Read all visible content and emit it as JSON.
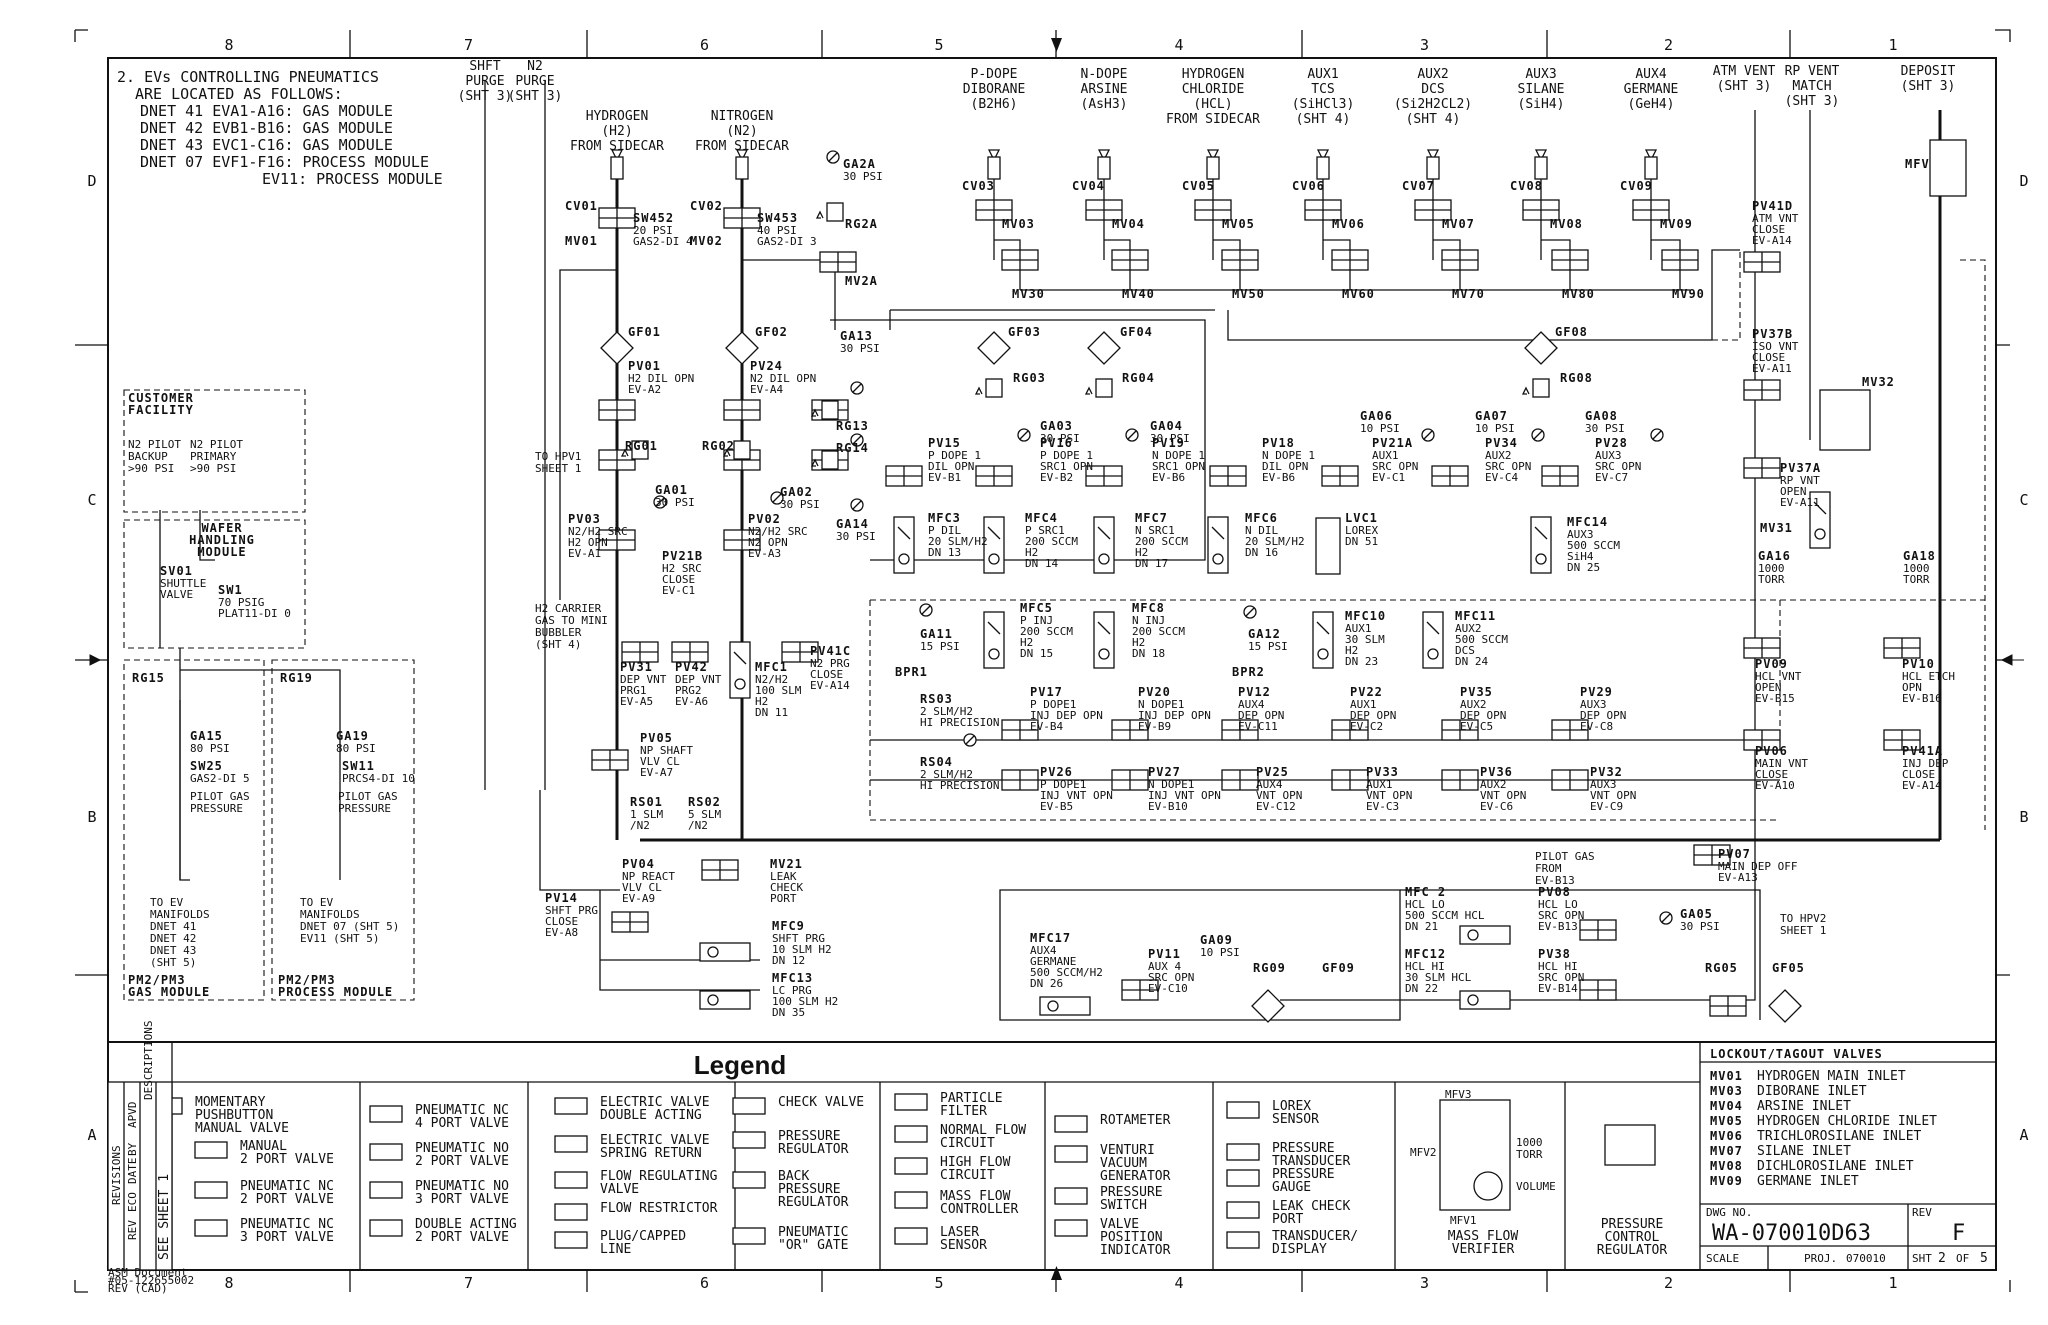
{
  "zone_columns": [
    "8",
    "7",
    "6",
    "5",
    "4",
    "3",
    "2",
    "1"
  ],
  "zone_rows": [
    "D",
    "C",
    "B",
    "A"
  ],
  "note": {
    "lines": [
      "2. EVs CONTROLLING PNEUMATICS",
      "ARE LOCATED AS FOLLOWS:",
      "DNET 41  EVA1-A16: GAS MODULE",
      "DNET 42  EVB1-B16: GAS MODULE",
      "DNET 43  EVC1-C16: GAS MODULE",
      "DNET 07  EVF1-F16: PROCESS MODULE",
      "EV11: PROCESS MODULE"
    ]
  },
  "top_inlets": [
    {
      "lines": [
        "SHFT",
        "PURGE",
        "(SHT 3)"
      ]
    },
    {
      "lines": [
        "N2",
        "PURGE",
        "(SHT 3)"
      ]
    },
    {
      "lines": [
        "HYDROGEN",
        "(H2)",
        "FROM SIDECAR"
      ]
    },
    {
      "lines": [
        "NITROGEN",
        "(N2)",
        "FROM SIDECAR"
      ]
    },
    {
      "lines": [
        "P-DOPE",
        "DIBORANE",
        "(B2H6)"
      ]
    },
    {
      "lines": [
        "N-DOPE",
        "ARSINE",
        "(AsH3)"
      ]
    },
    {
      "lines": [
        "HYDROGEN",
        "CHLORIDE",
        "(HCL)",
        "FROM SIDECAR"
      ]
    },
    {
      "lines": [
        "AUX1",
        "TCS",
        "(SiHCl3)",
        "(SHT 4)"
      ]
    },
    {
      "lines": [
        "AUX2",
        "DCS",
        "(Si2H2CL2)",
        "(SHT 4)"
      ]
    },
    {
      "lines": [
        "AUX3",
        "SILANE",
        "(SiH4)"
      ]
    },
    {
      "lines": [
        "AUX4",
        "GERMANE",
        "(GeH4)"
      ]
    },
    {
      "lines": [
        "ATM VENT",
        "(SHT 3)"
      ]
    },
    {
      "lines": [
        "RP VENT",
        "MATCH",
        "(SHT 3)"
      ]
    },
    {
      "lines": [
        "DEPOSIT",
        "(SHT 3)"
      ]
    }
  ],
  "tags": {
    "CV01": "CV01",
    "CV02": "CV02",
    "CV03": "CV03",
    "CV04": "CV04",
    "CV05": "CV05",
    "CV06": "CV06",
    "CV07": "CV07",
    "CV08": "CV08",
    "CV09": "CV09",
    "MV01": "MV01",
    "MV02": "MV02",
    "MV03": "MV03",
    "MV04": "MV04",
    "MV05": "MV05",
    "MV06": "MV06",
    "MV07": "MV07",
    "MV08": "MV08",
    "MV09": "MV09",
    "MV2A": "MV2A",
    "MV30": "MV30",
    "MV40": "MV40",
    "MV50": "MV50",
    "MV60": "MV60",
    "MV70": "MV70",
    "MV80": "MV80",
    "MV90": "MV90",
    "SW452": "SW452",
    "SW453": "SW453",
    "RG2A": "RG2A",
    "GA2A": "GA2A",
    "MFV": "MFV",
    "GF01": "GF01",
    "GF02": "GF02",
    "GF03": "GF03",
    "GF04": "GF04",
    "GF08": "GF08",
    "GF09": "GF09",
    "GF05": "GF05",
    "PV41D": "PV41D",
    "PV37B": "PV37B",
    "PV37A": "PV37A",
    "MV32": "MV32",
    "MV31": "MV31",
    "GA13": "GA13",
    "RG13": "RG13",
    "RG14": "RG14",
    "GA14": "GA14",
    "GA02": "GA02",
    "GA01": "GA01",
    "RG01": "RG01",
    "RG02": "RG02",
    "RG03": "RG03",
    "RG04": "RG04",
    "RG08": "RG08",
    "GA03": "GA03",
    "GA04": "GA04",
    "GA06": "GA06",
    "GA07": "GA07",
    "GA08": "GA08",
    "PV01": "PV01",
    "PV24": "PV24",
    "PV03": "PV03",
    "PV02": "PV02",
    "PV21B": "PV21B",
    "PV15": "PV15",
    "PV16": "PV16",
    "PV19": "PV19",
    "PV18": "PV18",
    "PV21A": "PV21A",
    "PV34": "PV34",
    "PV28": "PV28",
    "MFC3": "MFC3",
    "MFC4": "MFC4",
    "MFC7": "MFC7",
    "MFC6": "MFC6",
    "LVC1": "LVC1",
    "MFC14": "MFC14",
    "GA16": "GA16",
    "GA18": "GA18",
    "MFC5": "MFC5",
    "MFC8": "MFC8",
    "GA11": "GA11",
    "GA12": "GA12",
    "BPR1": "BPR1",
    "BPR2": "BPR2",
    "MFC10": "MFC10",
    "MFC11": "MFC11",
    "PV09": "PV09",
    "PV10": "PV10",
    "PV31": "PV31",
    "PV42": "PV42",
    "MFC1": "MFC1",
    "PV41C": "PV41C",
    "RS03": "RS03",
    "RS04": "RS04",
    "PV17": "PV17",
    "PV20": "PV20",
    "PV12": "PV12",
    "PV22": "PV22",
    "PV35": "PV35",
    "PV29": "PV29",
    "PV26": "PV26",
    "PV27": "PV27",
    "PV25": "PV25",
    "PV33": "PV33",
    "PV36": "PV36",
    "PV32": "PV32",
    "PV06": "PV06",
    "PV41A": "PV41A",
    "PV05": "PV05",
    "RS01": "RS01",
    "RS02": "RS02",
    "PV04": "PV04",
    "MV21": "MV21",
    "PV07": "PV07",
    "PV14": "PV14",
    "MFC9": "MFC9",
    "MFC13": "MFC13",
    "MFC17": "MFC17",
    "PV11": "PV11",
    "GA09": "GA09",
    "RG09": "RG09",
    "MFC2": "MFC 2",
    "MFC12": "MFC12",
    "PV08": "PV08",
    "PV38": "PV38",
    "GA05": "GA05",
    "RG05": "RG05",
    "RG15": "RG15",
    "RG19": "RG19",
    "GA15": "GA15",
    "GA19": "GA19",
    "SW25": "SW25",
    "SW11": "SW11",
    "SV01": "SV01",
    "SW1": "SW1"
  },
  "desc": {
    "sw452": [
      "20 PSI",
      "GAS2-DI 4"
    ],
    "sw453": [
      "40 PSI",
      "GAS2-DI 3"
    ],
    "ga2a": [
      "30 PSI"
    ],
    "pv41d": [
      "ATM VNT",
      "CLOSE",
      "EV-A14"
    ],
    "pv01": [
      "H2 DIL OPN",
      "EV-A2"
    ],
    "pv24": [
      "N2 DIL OPN",
      "EV-A4"
    ],
    "ga13": [
      "30 PSI"
    ],
    "pv37b": [
      "ISO VNT",
      "CLOSE",
      "EV-A11"
    ],
    "to_hpv1": [
      "TO HPV1",
      "SHEET 1"
    ],
    "ga01": [
      "30 PSI"
    ],
    "ga02": [
      "30 PSI"
    ],
    "ga14": [
      "30 PSI"
    ],
    "pv03": [
      "N2/H2 SRC",
      "H2 OPN",
      "EV-A1"
    ],
    "pv21b": [
      "H2 SRC",
      "CLOSE",
      "EV-C1"
    ],
    "pv02": [
      "N2/H2 SRC",
      "N2 OPN",
      "EV-A3"
    ],
    "pv15": [
      "P DOPE 1",
      "DIL OPN",
      "EV-B1"
    ],
    "ga03": [
      "30 PSI"
    ],
    "pv16": [
      "P DOPE 1",
      "SRC1 OPN",
      "EV-B2"
    ],
    "ga04": [
      "30 PSI"
    ],
    "pv19": [
      "N DOPE 1",
      "SRC1 OPN",
      "EV-B6"
    ],
    "pv18": [
      "N DOPE 1",
      "DIL OPN",
      "EV-B6"
    ],
    "ga06": [
      "10 PSI"
    ],
    "pv21a": [
      "AUX1",
      "SRC OPN",
      "EV-C1"
    ],
    "ga07": [
      "10 PSI"
    ],
    "pv34": [
      "AUX2",
      "SRC OPN",
      "EV-C4"
    ],
    "ga08": [
      "30 PSI"
    ],
    "pv28": [
      "AUX3",
      "SRC OPN",
      "EV-C7"
    ],
    "pv37a": [
      "RP VNT",
      "OPEN",
      "EV-A11"
    ],
    "mfc3": [
      "P DIL",
      "20 SLM/H2",
      "DN 13"
    ],
    "mfc4": [
      "P SRC1",
      "200 SCCM",
      "H2",
      "DN 14"
    ],
    "mfc7": [
      "N SRC1",
      "200 SCCM",
      "H2",
      "DN 17"
    ],
    "mfc6": [
      "N DIL",
      "20 SLM/H2",
      "DN 16"
    ],
    "lvc1": [
      "LOREX",
      "DN 51"
    ],
    "mfc14": [
      "AUX3",
      "500 SCCM",
      "SiH4",
      "DN 25"
    ],
    "ga16": [
      "1000",
      "TORR"
    ],
    "ga18": [
      "1000",
      "TORR"
    ],
    "h2carrier": [
      "H2 CARRIER",
      "GAS TO MINI",
      "BUBBLER",
      "(SHT 4)"
    ],
    "mfc5": [
      "P INJ",
      "200 SCCM",
      "H2",
      "DN 15"
    ],
    "mfc8": [
      "N INJ",
      "200 SCCM",
      "H2",
      "DN 18"
    ],
    "ga11": [
      "15 PSI"
    ],
    "ga12": [
      "15 PSI"
    ],
    "mfc10": [
      "AUX1",
      "30 SLM",
      "H2",
      "DN 23"
    ],
    "mfc11": [
      "AUX2",
      "500 SCCM",
      "DCS",
      "DN 24"
    ],
    "pv09": [
      "HCL VNT",
      "OPEN",
      "EV-B15"
    ],
    "pv10": [
      "HCL ETCH",
      "OPN",
      "EV-B16"
    ],
    "pv31": [
      "DEP VNT",
      "PRG1",
      "EV-A5"
    ],
    "pv42": [
      "DEP VNT",
      "PRG2",
      "EV-A6"
    ],
    "mfc1": [
      "N2/H2",
      "100 SLM",
      "H2",
      "DN 11"
    ],
    "pv41c": [
      "N2 PRG",
      "CLOSE",
      "EV-A14"
    ],
    "rs03": [
      "2 SLM/H2",
      "HI PRECISION"
    ],
    "pv17": [
      "P DOPE1",
      "INJ DEP OPN",
      "EV-B4"
    ],
    "pv20": [
      "N DOPE1",
      "INJ DEP OPN",
      "EV-B9"
    ],
    "pv12": [
      "AUX4",
      "DEP OPN",
      "EV-C11"
    ],
    "pv22": [
      "AUX1",
      "DEP OPN",
      "EV-C2"
    ],
    "pv35": [
      "AUX2",
      "DEP OPN",
      "EV-C5"
    ],
    "pv29": [
      "AUX3",
      "DEP OPN",
      "EV-C8"
    ],
    "pv05": [
      "NP SHAFT",
      "VLV CL",
      "EV-A7"
    ],
    "rs04": [
      "2 SLM/H2",
      "HI PRECISION"
    ],
    "pv26": [
      "P DOPE1",
      "INJ VNT OPN",
      "EV-B5"
    ],
    "pv27": [
      "N DOPE1",
      "INJ VNT OPN",
      "EV-B10"
    ],
    "pv25": [
      "AUX4",
      "VNT OPN",
      "EV-C12"
    ],
    "pv33": [
      "AUX1",
      "VNT OPN",
      "EV-C3"
    ],
    "pv36": [
      "AUX2",
      "VNT OPN",
      "EV-C6"
    ],
    "pv32": [
      "AUX3",
      "VNT OPN",
      "EV-C9"
    ],
    "pv06": [
      "MAIN VNT",
      "CLOSE",
      "EV-A10"
    ],
    "pv41a": [
      "INJ DEP",
      "CLOSE",
      "EV-A14"
    ],
    "rs01": [
      "1 SLM",
      "/N2"
    ],
    "rs02": [
      "5 SLM",
      "/N2"
    ],
    "pv04": [
      "NP REACT",
      "VLV CL",
      "EV-A9"
    ],
    "mv21": [
      "LEAK",
      "CHECK",
      "PORT"
    ],
    "pv07": [
      "MAIN DEP OFF",
      "EV-A13"
    ],
    "pilotgas": [
      "PILOT GAS",
      "FROM",
      "EV-B13"
    ],
    "pv14": [
      "SHFT PRG",
      "CLOSE",
      "EV-A8"
    ],
    "mfc9": [
      "SHFT PRG",
      "10 SLM H2",
      "DN 12"
    ],
    "mfc13": [
      "LC PRG",
      "100 SLM H2",
      "DN 35"
    ],
    "mfc17": [
      "AUX4",
      "GERMANE",
      "500 SCCM/H2",
      "DN 26"
    ],
    "pv11": [
      "AUX 4",
      "SRC OPN",
      "EV-C10"
    ],
    "ga09": [
      "10 PSI"
    ],
    "mfc2": [
      "HCL LO",
      "500 SCCM  HCL",
      "DN 21"
    ],
    "mfc12": [
      "HCL HI",
      "30 SLM HCL",
      "DN 22"
    ],
    "pv08": [
      "HCL LO",
      "SRC OPN",
      "EV-B13"
    ],
    "pv38": [
      "HCL HI",
      "SRC OPN",
      "EV-B14"
    ],
    "ga05": [
      "30 PSI"
    ],
    "to_hpv2": [
      "TO HPV2",
      "SHEET 1"
    ],
    "ga15": [
      "80 PSI"
    ],
    "ga19": [
      "80 PSI"
    ],
    "sw25": [
      "GAS2-DI 5"
    ],
    "sw11": [
      "PRCS4-DI 10"
    ],
    "pilotgas_pressure": [
      "PILOT GAS",
      "PRESSURE"
    ],
    "sv01": [
      "SHUTTLE",
      "VALVE"
    ],
    "sw1": [
      "70 PSIG",
      "PLAT11-DI 0"
    ],
    "to_ev_gas": [
      "TO EV",
      "MANIFOLDS",
      "DNET 41",
      "DNET 42",
      "DNET 43",
      "(SHT 5)"
    ],
    "to_ev_proc": [
      "TO EV",
      "MANIFOLDS",
      "DNET 07 (SHT 5)",
      "EV11 (SHT 5)"
    ],
    "customer_pilots": [
      "N2 PILOT",
      "BACKUP",
      ">90 PSI",
      "N2 PILOT",
      "PRIMARY",
      ">90 PSI"
    ]
  },
  "boxes": {
    "customer": "CUSTOMER FACILITY",
    "wafer": [
      "WAFER",
      "HANDLING",
      "MODULE"
    ],
    "gas_module": [
      "PM2/PM3",
      "GAS MODULE"
    ],
    "process_module": [
      "PM2/PM3",
      "PROCESS MODULE"
    ]
  },
  "legend": {
    "title": "Legend",
    "items": [
      [
        "MOMENTARY",
        "PUSHBUTTON",
        "MANUAL VALVE"
      ],
      [
        "MANUAL",
        "2 PORT VALVE"
      ],
      [
        "PNEUMATIC NC",
        "2 PORT VALVE"
      ],
      [
        "PNEUMATIC NC",
        "3 PORT VALVE"
      ],
      [
        "PNEUMATIC NC",
        "4 PORT VALVE"
      ],
      [
        "PNEUMATIC NO",
        "2 PORT VALVE"
      ],
      [
        "PNEUMATIC NO",
        "3 PORT VALVE"
      ],
      [
        "DOUBLE ACTING",
        "2 PORT VALVE"
      ],
      [
        "ELECTRIC VALVE",
        "DOUBLE ACTING"
      ],
      [
        "ELECTRIC VALVE",
        "SPRING RETURN"
      ],
      [
        "FLOW REGULATING",
        "VALVE"
      ],
      [
        "FLOW RESTRICTOR"
      ],
      [
        "PLUG/CAPPED",
        "LINE"
      ],
      [
        "CHECK VALVE"
      ],
      [
        "PRESSURE",
        "REGULATOR"
      ],
      [
        "BACK",
        "PRESSURE",
        "REGULATOR"
      ],
      [
        "PNEUMATIC",
        "\"OR\" GATE"
      ],
      [
        "PARTICLE",
        "FILTER"
      ],
      [
        "NORMAL FLOW",
        "CIRCUIT"
      ],
      [
        "HIGH FLOW",
        "CIRCUIT"
      ],
      [
        "MASS FLOW",
        "CONTROLLER"
      ],
      [
        "LASER",
        "SENSOR"
      ],
      [
        "ROTAMETER"
      ],
      [
        "VENTURI",
        "VACUUM",
        "GENERATOR"
      ],
      [
        "PRESSURE",
        "SWITCH"
      ],
      [
        "VALVE",
        "POSITION",
        "INDICATOR"
      ],
      [
        "LOREX",
        "SENSOR"
      ],
      [
        "PRESSURE",
        "TRANSDUCER"
      ],
      [
        "PRESSURE",
        "GAUGE"
      ],
      [
        "LEAK CHECK",
        "PORT"
      ],
      [
        "TRANSDUCER/",
        "DISPLAY"
      ]
    ],
    "mfv": {
      "label": [
        "MASS FLOW",
        "VERIFIER"
      ],
      "mfv3": "MFV3",
      "mfv2": "MFV2",
      "mfv1": "MFV1",
      "torr": [
        "1000",
        "TORR"
      ],
      "volume": "VOLUME"
    },
    "pcr": [
      "PRESSURE",
      "CONTROL",
      "REGULATOR"
    ]
  },
  "revisions": {
    "block": "REVISIONS",
    "see": "SEE SHEET 1",
    "cols": [
      "REV",
      "ECO",
      "DATE",
      "BY",
      "APVD",
      "DESCRIPTIONS"
    ]
  },
  "lockout": {
    "title": "LOCKOUT/TAGOUT VALVES",
    "rows": [
      {
        "tag": "MV01",
        "desc": "HYDROGEN MAIN INLET"
      },
      {
        "tag": "MV03",
        "desc": "DIBORANE INLET"
      },
      {
        "tag": "MV04",
        "desc": "ARSINE INLET"
      },
      {
        "tag": "MV05",
        "desc": "HYDROGEN CHLORIDE INLET"
      },
      {
        "tag": "MV06",
        "desc": "TRICHLOROSILANE INLET"
      },
      {
        "tag": "MV07",
        "desc": "SILANE INLET"
      },
      {
        "tag": "MV08",
        "desc": "DICHLOROSILANE INLET"
      },
      {
        "tag": "MV09",
        "desc": "GERMANE INLET"
      }
    ]
  },
  "title_block": {
    "dwg_label": "DWG NO.",
    "dwg_no": "WA-070010D63",
    "rev_label": "REV",
    "rev": "F",
    "scale_label": "SCALE",
    "proj_label": "PROJ.",
    "proj": "070010",
    "sht_label": "SHT",
    "sht": "2",
    "of_label": "OF",
    "of": "5"
  },
  "asm_doc": [
    "ASM Document",
    "#05-122655002",
    "REV        (CAD)"
  ]
}
